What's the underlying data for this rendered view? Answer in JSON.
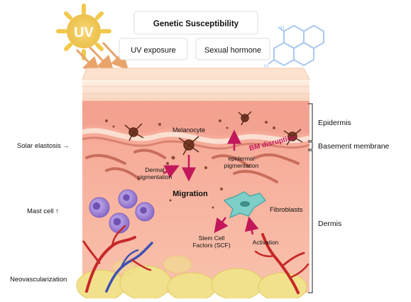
{
  "top_boxes": {
    "genetic": "Genetic Susceptibility",
    "uv_exposure": "UV exposure",
    "sexual_hormone": "Sexual hormone"
  },
  "sun": {
    "label": "UV"
  },
  "molecule": {
    "atom_label": "H"
  },
  "layers": {
    "epidermis": "Epidermis",
    "basement_membrane": "Basement membrane",
    "dermis": "Dermis"
  },
  "left_labels": {
    "solar_elastosis": "Solar elastosis →",
    "mast_cell": "Mast cell ↑",
    "neovascularization": "Neovascularization"
  },
  "inner_labels": {
    "melanocyte": "Melanocyte",
    "bm_disruption": "BM disruption",
    "dermal_pigmentation_1": "Dermal",
    "dermal_pigmentation_2": "pigmentation",
    "epidermal_pigmentation_1": "epidermal",
    "epidermal_pigmentation_2": "pigmentation",
    "migration": "Migration",
    "fibroblasts": "Fibroblasts",
    "scf_1": "Stem Cell",
    "scf_2": "Factors (SCF)",
    "activation": "Activation"
  },
  "colors": {
    "sun": "#f2c94c",
    "arrow_uv": "#e8a46a",
    "arrow_red": "#c2185b",
    "dermis": "#f6b6a0",
    "epidermis": "#f3a89a",
    "skin_top": "#fde8d6",
    "mast_cell": "#9b7fd4",
    "fibroblast": "#7fcfc9",
    "fat": "#f0e08a",
    "vessel_red": "#c62828",
    "vessel_blue": "#3f51b5",
    "molecule": "#a9c9ef"
  }
}
